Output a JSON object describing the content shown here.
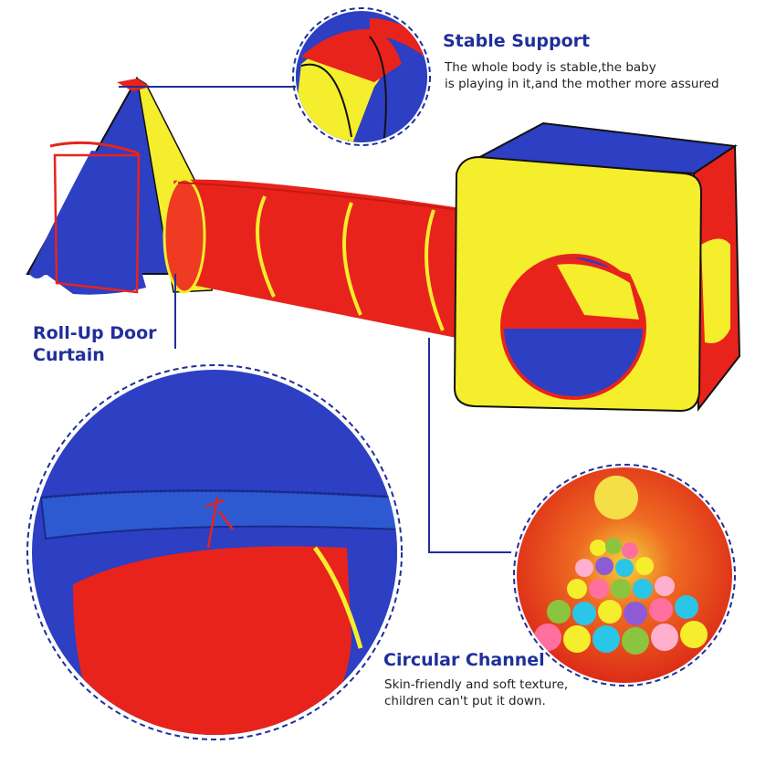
{
  "colors": {
    "red": "#e8231c",
    "yellow": "#f4ee2c",
    "blue": "#2d3fc2",
    "title_blue": "#1f2f9a",
    "dashed_line": "#1f2f9a"
  },
  "callouts": {
    "stable_support": {
      "title": "Stable Support",
      "desc_line1": "The whole body is stable,the baby",
      "desc_line2": "is playing in it,and the mother more assured"
    },
    "roll_up": {
      "title_line1": "Roll-Up Door",
      "title_line2": "Curtain"
    },
    "circular_channel": {
      "title": "Circular Channel",
      "desc_line1": "Skin-friendly and soft texture,",
      "desc_line2": "children can't put it down."
    }
  }
}
